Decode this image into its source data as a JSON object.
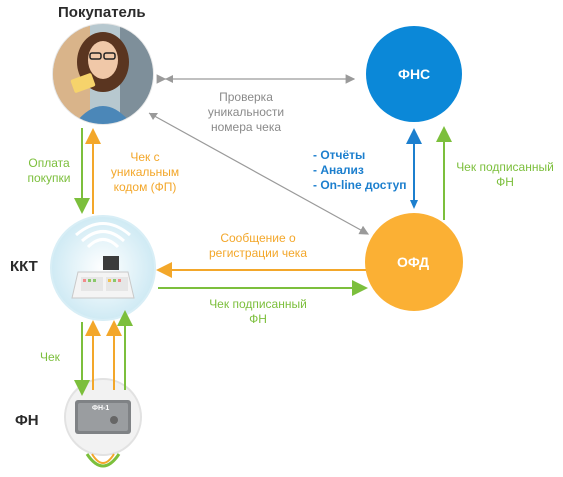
{
  "nodes": {
    "buyer": "Покупатель",
    "fns": "ФНС",
    "ofd": "ОФД",
    "kkt": "ККТ",
    "fn": "ФН",
    "fn_device_label": "ФН-1"
  },
  "labels": {
    "check_uniqueness": [
      "Проверка",
      "уникальности",
      "номера чека"
    ],
    "payment": [
      "Оплата",
      "покупки"
    ],
    "receipt_fp": [
      "Чек с",
      "уникальным",
      "кодом (ФП)"
    ],
    "reports": [
      "- Отчёты",
      "- Анализ",
      "- On-line доступ"
    ],
    "signed_fn_right": [
      "Чек подписанный",
      "ФН"
    ],
    "registration_msg": [
      "Сообщение о",
      "регистрации чека"
    ],
    "signed_fn_bottom": [
      "Чек подписанный",
      "ФН"
    ],
    "check": "Чек"
  },
  "colors": {
    "green": "#7cbf3c",
    "orange": "#f3a72a",
    "blue": "#1c7fce",
    "gray": "#9a9a9a",
    "ofd_fill": "#fbb034",
    "fns_fill": "#0b88d8"
  }
}
